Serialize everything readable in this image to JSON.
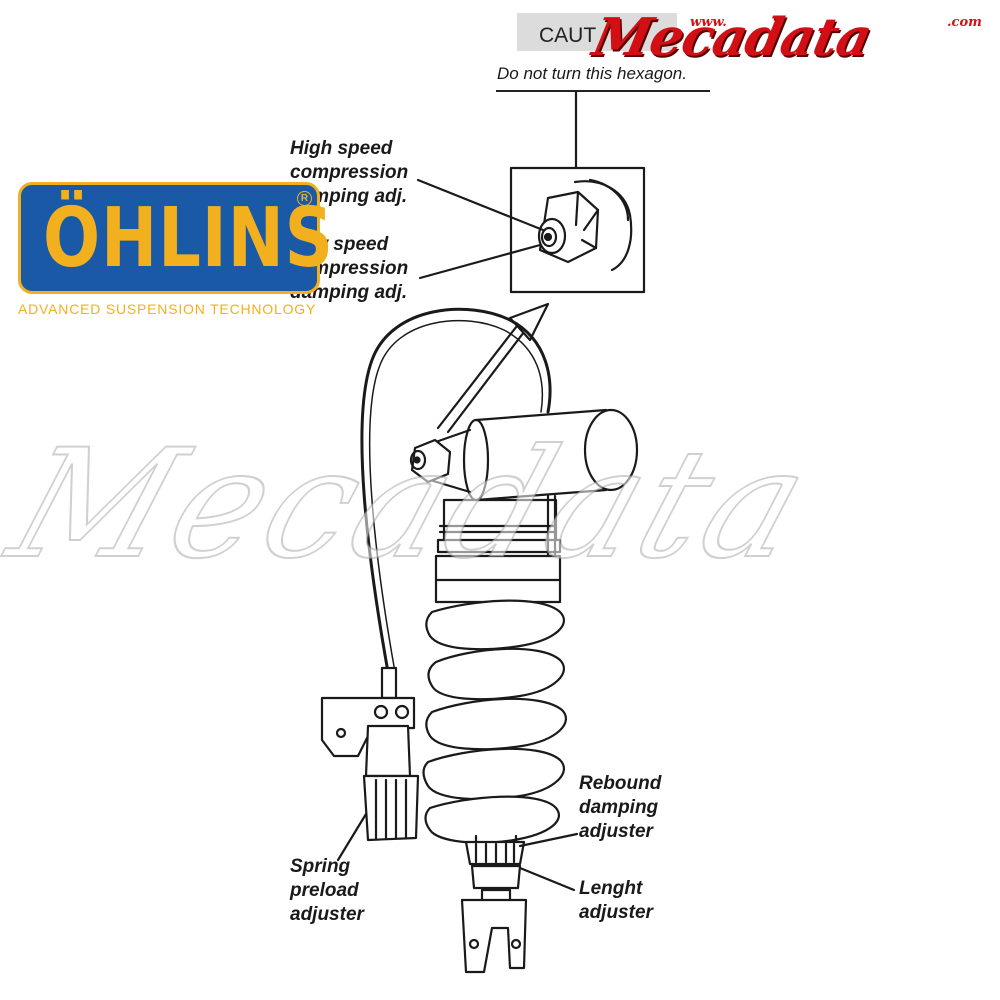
{
  "caution": {
    "title": "CAUT",
    "note": "Do not turn this hexagon."
  },
  "brand": {
    "prefix": "www.",
    "name": "Mecadata",
    "suffix": ".com",
    "color": "#d20f14"
  },
  "ohlins": {
    "name": "ÖHLINS",
    "registered": "R",
    "tagline": "ADVANCED SUSPENSION TECHNOLOGY",
    "bg_color": "#1a59a5",
    "text_color": "#f2b01e"
  },
  "watermark": "Mecadata",
  "labels": {
    "high_speed": [
      "High speed",
      "compression",
      "damping adj."
    ],
    "low_speed": [
      "Low speed",
      "compression",
      "damping adj."
    ],
    "rebound": [
      "Rebound",
      "damping",
      "adjuster"
    ],
    "length": [
      "Lenght",
      "adjuster"
    ],
    "preload": [
      "Spring",
      "preload",
      "adjuster"
    ]
  }
}
